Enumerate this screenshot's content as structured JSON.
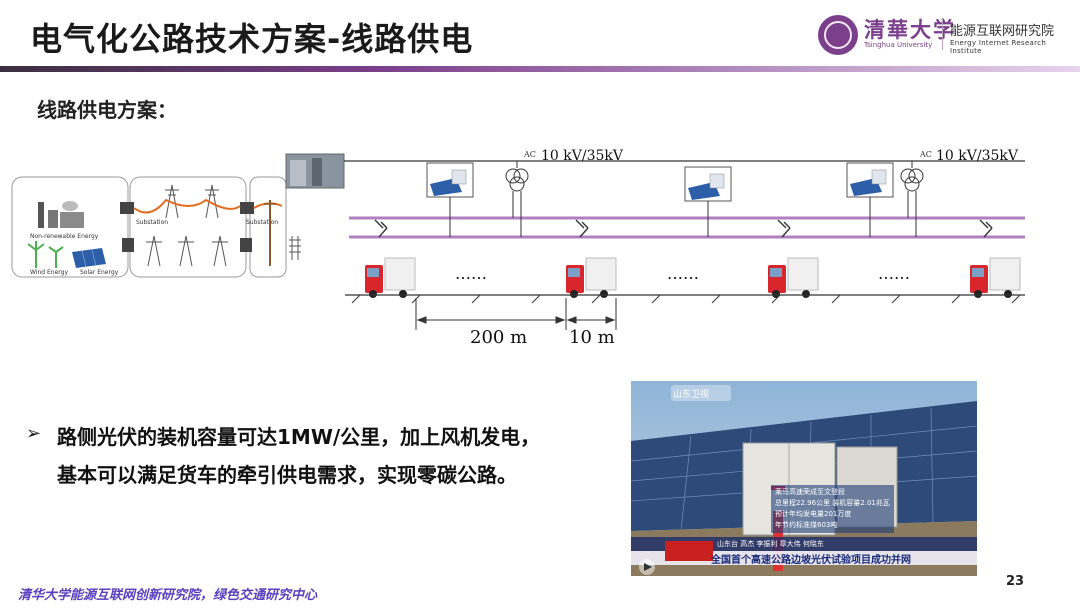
{
  "slide": {
    "title": "电气化公路技术方案-线路供电",
    "subtitle": "线路供电方案：",
    "page_number": "23"
  },
  "logo": {
    "univ_cn": "清華大学",
    "univ_en": "Tsinghua University",
    "inst_cn": "能源互联网研究院",
    "inst_en": "Energy Internet Research Institute"
  },
  "diagram": {
    "energy_labels": {
      "non_renewable": "Non-renewable Energy",
      "wind": "Wind Energy",
      "solar": "Solar Energy",
      "substation_1": "Substation",
      "substation_2": "Substation"
    },
    "voltage_label_1": "10 kV/35kV",
    "voltage_label_2": "10 kV/35kV",
    "ac_label_1": "AC",
    "ac_label_2": "AC",
    "ellipsis": "……",
    "distance_1": "200 m",
    "distance_2": "10 m"
  },
  "bullet": {
    "arrow": "➢",
    "line1": "路侧光伏的装机容量可达1MW/公里，加上风机发电，",
    "line2": "基本可以满足货车的牵引供电需求，实现零碳公路。"
  },
  "photo": {
    "channel": "山东卫视",
    "caption_names": "山东台 高杰 李振利 章大伟 何晓东",
    "info_line1": "莱马高速荣成至文登段",
    "info_line2": "总里程22.96公里  装机容量2.01兆瓦",
    "info_line3": "预计年均发电量201万度",
    "info_line4": "年节约标准煤603吨",
    "headline": "全国首个高速公路边坡光伏试验项目成功并网"
  },
  "footer": {
    "text": "清华大学能源互联网创新研究院，绿色交通研究中心"
  },
  "colors": {
    "purple": "#7b3f8c",
    "catenary": "#b07fc0",
    "truck_red": "#d8262c",
    "footer_blue": "#5a3fbf"
  }
}
